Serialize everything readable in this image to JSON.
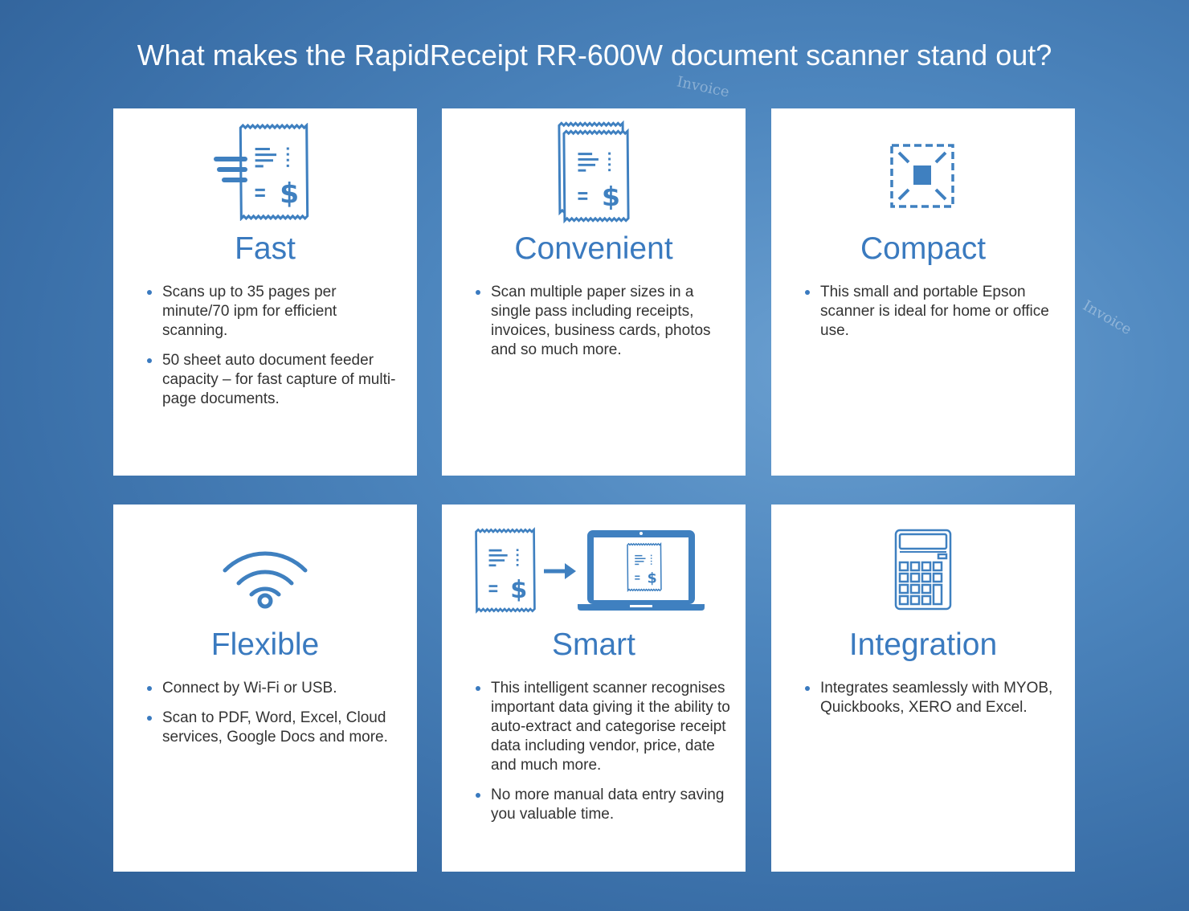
{
  "title": "What makes the RapidReceipt RR-600W document scanner stand out?",
  "accent_color": "#3a7abf",
  "cards": [
    {
      "title": "Fast",
      "icon": "fast-receipt-icon",
      "bullets": [
        "Scans up to 35 pages per minute/70 ipm for efficient scanning.",
        "50 sheet auto document feeder capacity – for fast capture of multi-page documents."
      ]
    },
    {
      "title": "Convenient",
      "icon": "stacked-receipts-icon",
      "bullets": [
        "Scan multiple paper sizes in a single pass including receipts, invoices, business cards, photos and so much more."
      ]
    },
    {
      "title": "Compact",
      "icon": "compress-icon",
      "bullets": [
        "This small and portable Epson scanner is ideal for home or office use."
      ]
    },
    {
      "title": "Flexible",
      "icon": "wifi-icon",
      "bullets": [
        "Connect by Wi-Fi or USB.",
        "Scan to PDF, Word, Excel, Cloud services, Google Docs and more."
      ]
    },
    {
      "title": "Smart",
      "icon": "receipt-to-laptop-icon",
      "bullets": [
        "This intelligent scanner recognises important data giving it the ability to auto-extract and categorise receipt data including vendor, price, date and much more.",
        "No more manual data entry saving you valuable time."
      ]
    },
    {
      "title": "Integration",
      "icon": "calculator-icon",
      "bullets": [
        "Integrates seamlessly with MYOB, Quickbooks, XERO and Excel."
      ]
    }
  ],
  "background_text": [
    "Invoice",
    "Invoice"
  ]
}
